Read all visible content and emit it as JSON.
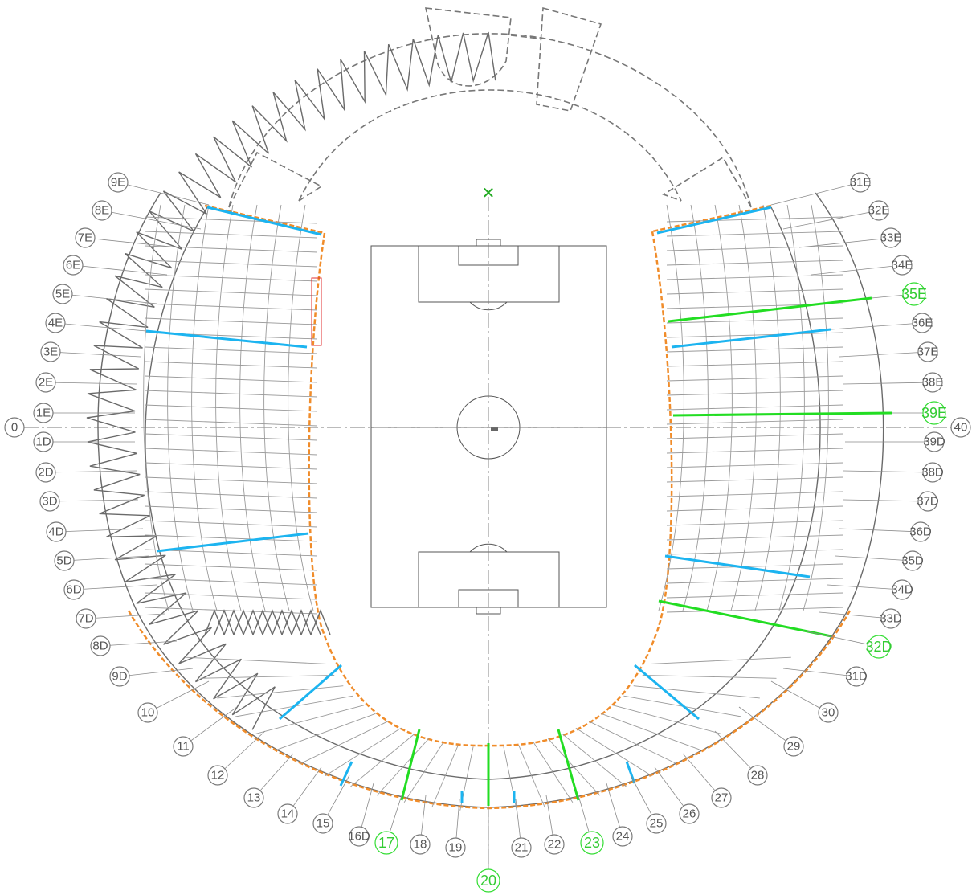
{
  "drawing": {
    "north_marker": "✕",
    "axis_labels_left_E": [
      "9E",
      "8E",
      "7E",
      "6E",
      "5E",
      "4E",
      "3E",
      "2E",
      "1E"
    ],
    "axis_label_zero": "0",
    "axis_labels_left_D": [
      "1D",
      "2D",
      "3D",
      "4D",
      "5D",
      "6D",
      "7D",
      "8D",
      "9D"
    ],
    "axis_labels_bottom": [
      "10",
      "11",
      "12",
      "13",
      "14",
      "15",
      "16D",
      "17",
      "18",
      "19",
      "20",
      "21",
      "22",
      "23",
      "24",
      "25",
      "26",
      "27",
      "28",
      "29",
      "30"
    ],
    "axis_labels_right_D": [
      "31D",
      "32D",
      "33D",
      "34D",
      "35D",
      "36D",
      "37D",
      "38D",
      "39D"
    ],
    "axis_label_forty": "40",
    "axis_labels_right_E": [
      "39E",
      "38E",
      "37E",
      "36E",
      "35E",
      "34E",
      "33E",
      "32E",
      "31E"
    ],
    "highlighted_axes": [
      "17",
      "20",
      "23",
      "32D",
      "35E",
      "39E"
    ],
    "colors": {
      "highlight": "#33dd33",
      "member_blue": "#1cb4f0",
      "member_green": "#22dd22",
      "roof_edge": "#f08c2a",
      "structure": "#6a6a6a"
    }
  }
}
